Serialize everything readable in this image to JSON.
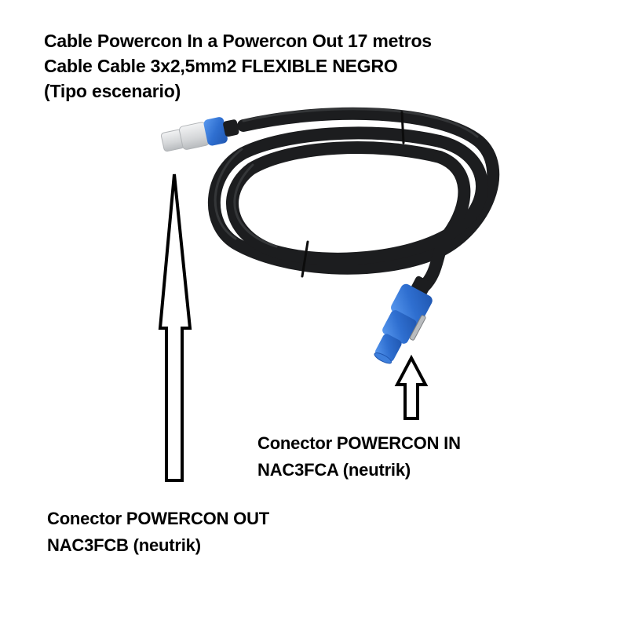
{
  "title": {
    "lines": [
      "Cable Powercon In a Powercon Out 17 metros",
      "Cable Cable 3x2,5mm2 FLEXIBLE NEGRO",
      "(Tipo escenario)"
    ]
  },
  "connector_in": {
    "line1": "Conector POWERCON IN",
    "line2": "NAC3FCA (neutrik)",
    "color": "#3a78d4"
  },
  "connector_out": {
    "line1": "Conector POWERCON OUT",
    "line2": "NAC3FCB (neutrik)",
    "color": "#d8dadc"
  },
  "cable": {
    "color": "#1e1f21"
  },
  "icons": {
    "arrow_out": "arrow-up-outline",
    "arrow_in": "arrow-up-outline"
  }
}
